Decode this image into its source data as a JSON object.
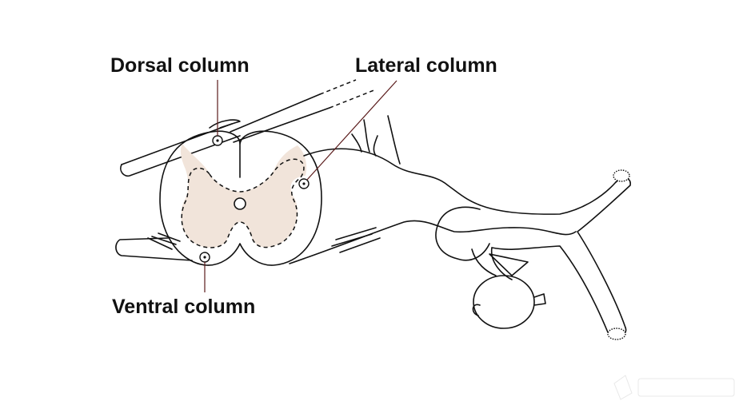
{
  "labels": {
    "dorsal": "Dorsal column",
    "lateral": "Lateral column",
    "ventral": "Ventral column"
  },
  "colors": {
    "ink": "#111111",
    "gray_matter": "#f1e4da",
    "leader_line": "#5a1a1a",
    "background": "#ffffff"
  }
}
